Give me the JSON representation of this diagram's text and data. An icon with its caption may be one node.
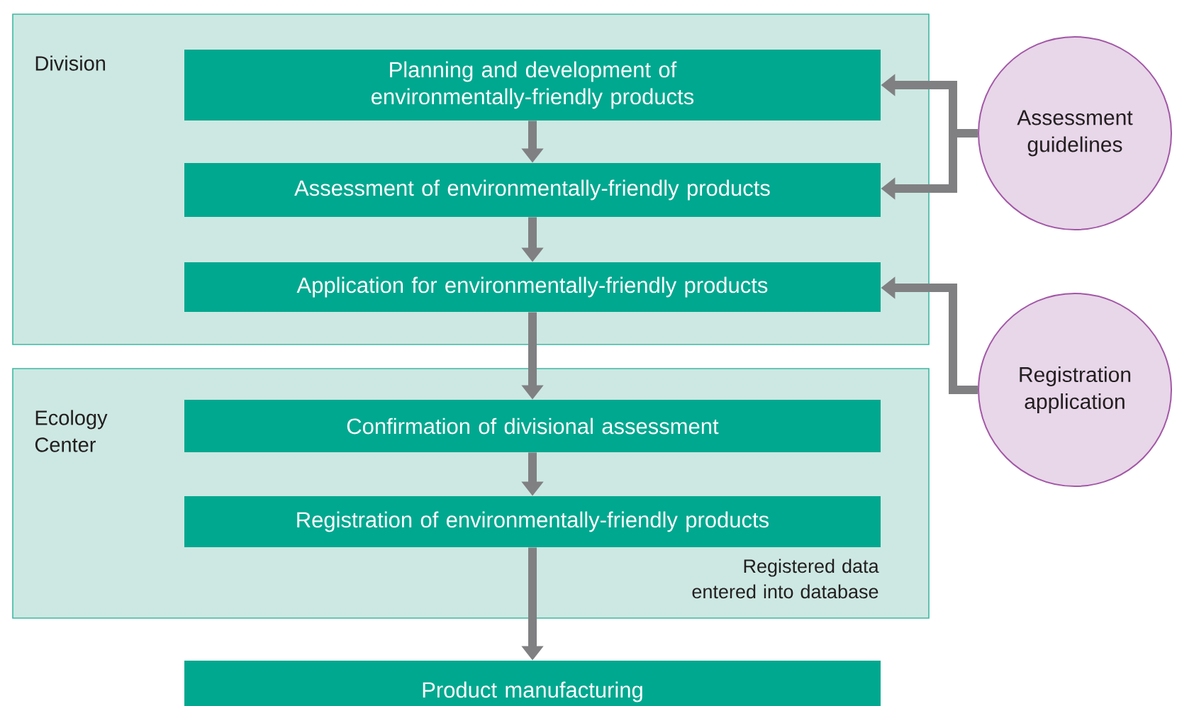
{
  "diagram": {
    "nodes": [
      {
        "text": [
          "Division"
        ]
      },
      {
        "text": [
          "Planning and development of environmentally-friendly products"
        ],
        "in": 0
      },
      {
        "text": [
          "Assessment of environmentally-friendly products"
        ],
        "in": 0
      },
      {
        "text": [
          "Application for environmentally-friendly products"
        ],
        "in": 0
      },
      {
        "text": [
          "Ecology Center"
        ]
      },
      {
        "text": [
          "Confirmation of divisional assessment"
        ],
        "in": 4
      },
      {
        "text": [
          "Registration of environmentally-friendly products"
        ],
        "in": 4,
        "beside": [
          "Registered data entered into database"
        ]
      },
      {
        "text": [
          "Product manufacturing"
        ]
      },
      {
        "text": [
          "Assessment guidelines"
        ]
      },
      {
        "text": [
          "Registration application"
        ]
      }
    ],
    "edges": [
      {
        "from": 1,
        "to": 2,
        "arrow": "to"
      },
      {
        "from": 2,
        "to": 3,
        "arrow": "to"
      },
      {
        "from": 3,
        "to": 5,
        "arrow": "to"
      },
      {
        "from": 5,
        "to": 6,
        "arrow": "to"
      },
      {
        "from": 6,
        "to": 7,
        "arrow": "to"
      },
      {
        "from": 8,
        "to": 1,
        "arrow": "to"
      },
      {
        "from": 8,
        "to": 2,
        "arrow": "to"
      },
      {
        "from": 9,
        "to": 3,
        "arrow": "to"
      }
    ]
  }
}
